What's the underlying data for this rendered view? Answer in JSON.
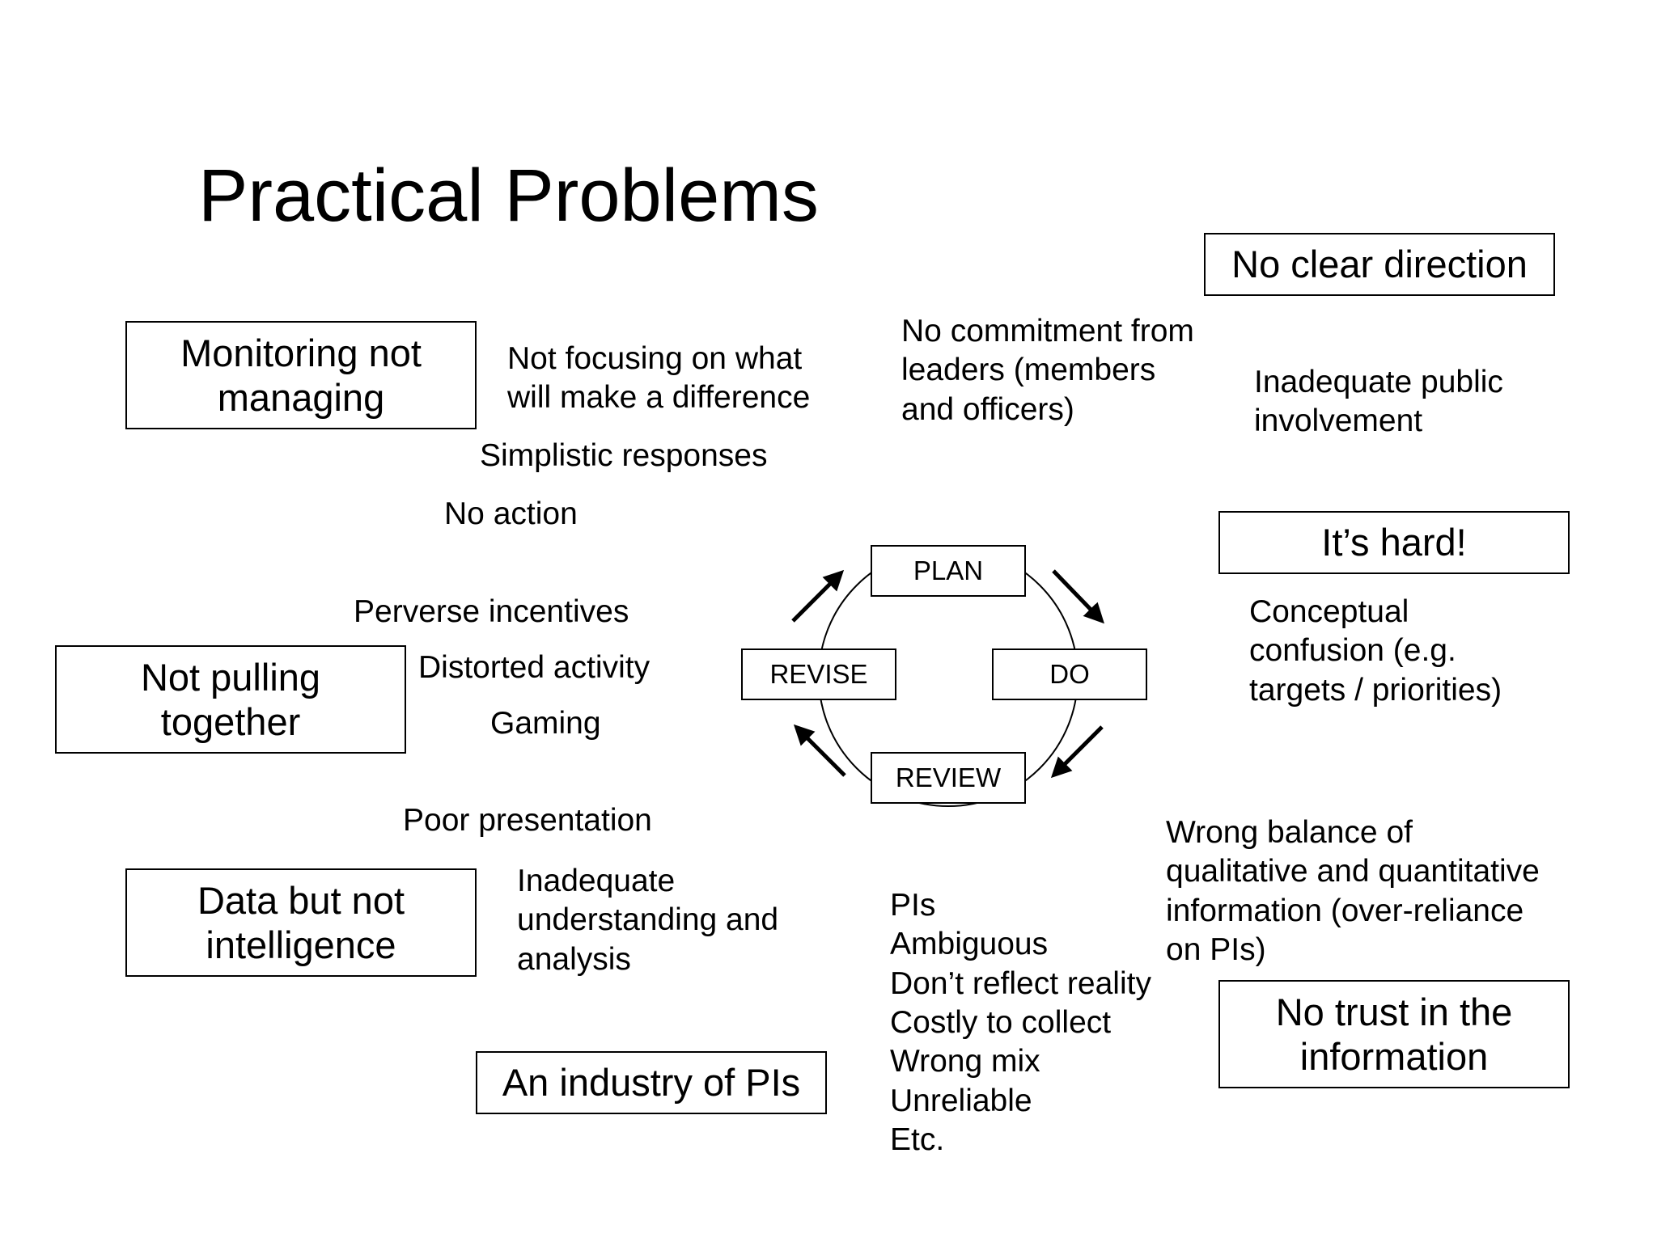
{
  "title": "Practical Problems",
  "boxes": {
    "monitoring": [
      "Monitoring not",
      "managing"
    ],
    "pulling": [
      "Not pulling",
      "together"
    ],
    "data": [
      "Data but not",
      "intelligence"
    ],
    "industry": [
      "An industry of PIs"
    ],
    "direction": [
      "No clear direction"
    ],
    "hard": [
      "It’s hard!"
    ],
    "trust": [
      "No trust in the",
      "information"
    ]
  },
  "texts": {
    "focusing": [
      "Not focusing on what",
      "will make a difference"
    ],
    "simplistic": "Simplistic responses",
    "no_action": "No action",
    "perverse": "Perverse incentives",
    "distorted": "Distorted activity",
    "gaming": "Gaming",
    "poor_presentation": "Poor presentation",
    "inadequate_understanding": [
      "Inadequate",
      "understanding and",
      "analysis"
    ],
    "commitment": [
      "No commitment from",
      "leaders (members",
      "and officers)"
    ],
    "public": [
      "Inadequate public",
      "involvement"
    ],
    "conceptual": [
      "Conceptual",
      "confusion (e.g.",
      "targets / priorities)"
    ],
    "balance": [
      "Wrong balance of",
      "qualitative and quantitative",
      "information (over-reliance",
      "on PIs)"
    ],
    "pis": [
      "PIs",
      "Ambiguous",
      "Don’t reflect reality",
      "Costly to collect",
      "Wrong mix",
      "Unreliable",
      "Etc."
    ]
  },
  "cycle": {
    "plan": "PLAN",
    "do": "DO",
    "review": "REVIEW",
    "revise": "REVISE"
  }
}
